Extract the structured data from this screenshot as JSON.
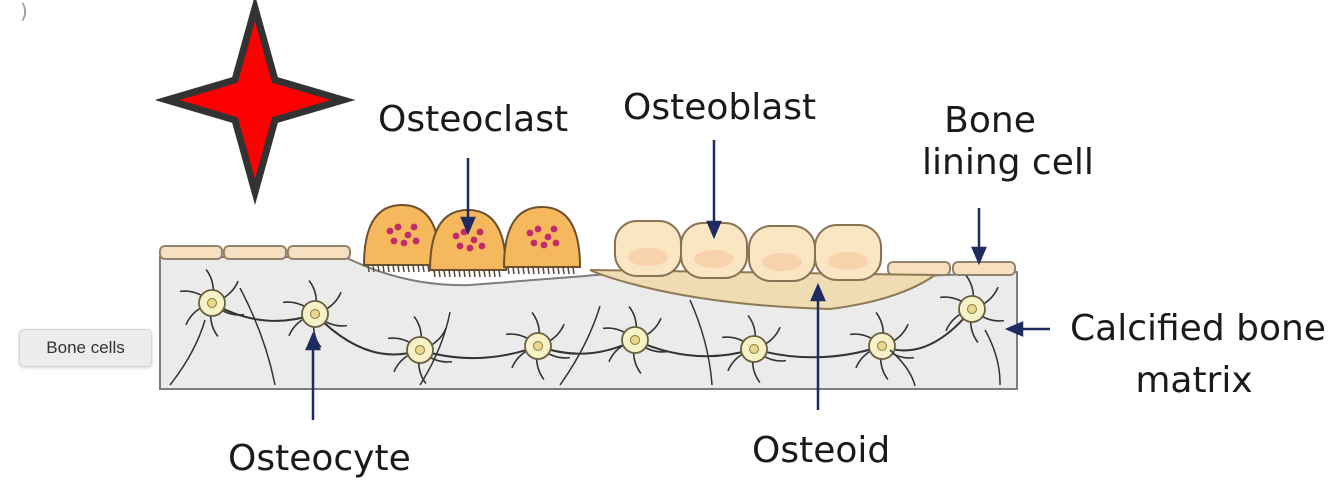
{
  "tooltip": {
    "text": "Bone cells"
  },
  "corner_mark": ")",
  "labels": {
    "osteoclast": "Osteoclast",
    "osteoblast": "Osteoblast",
    "bone_lining_line1": "Bone",
    "bone_lining_line2": "lining cell",
    "calcified_line1": "Calcified bone",
    "calcified_line2": "matrix",
    "osteocyte": "Osteocyte",
    "osteoid": "Osteoid"
  },
  "colors": {
    "star_fill": "#ff0000",
    "star_outline": "#333333",
    "matrix": "#ebebeb",
    "osteoclast": "#f6b85c",
    "osteoclast_dots": "#c22a6e",
    "osteoblast": "#fbe6c4",
    "osteoid": "#efdcb2",
    "osteocyte": "#f7f1c8",
    "lining_cell": "#f8dfc0",
    "arrow": "#1e2a60"
  }
}
